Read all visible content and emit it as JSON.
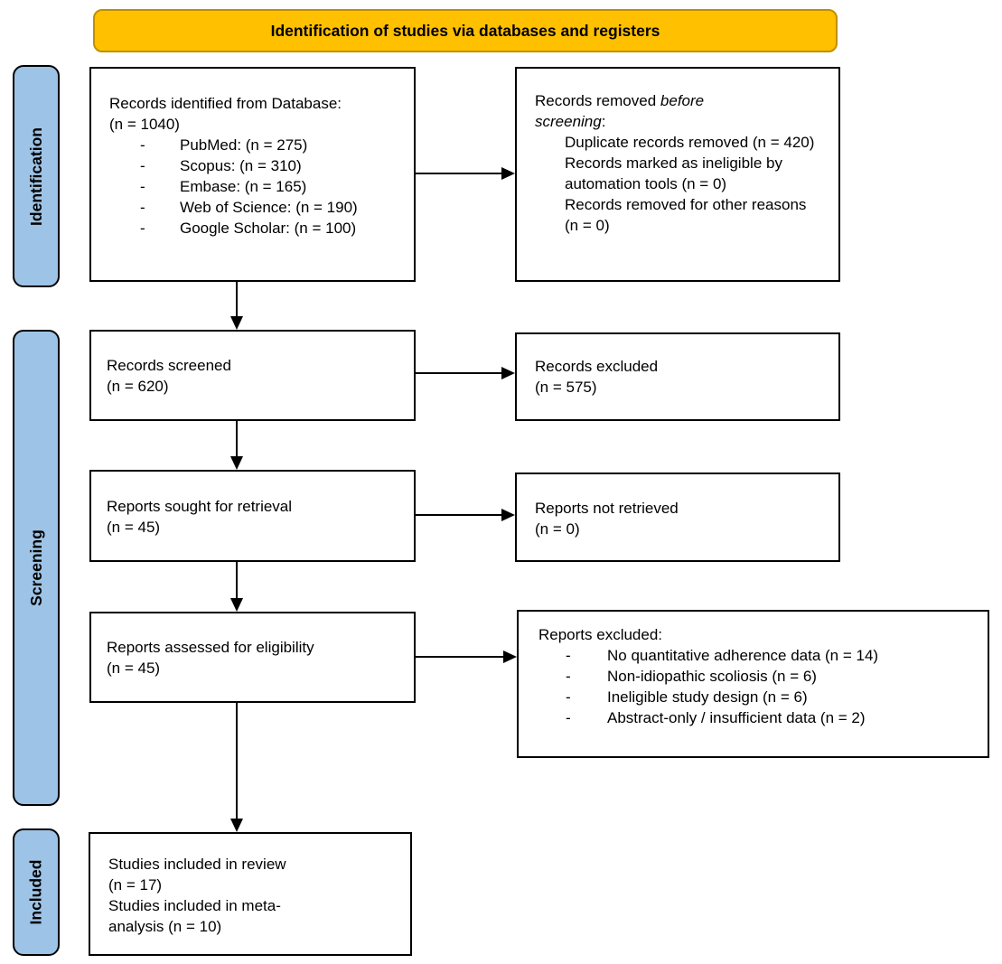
{
  "banner": {
    "title": "Identification of studies via databases and registers"
  },
  "stages": {
    "identification": "Identification",
    "screening": "Screening",
    "included": "Included"
  },
  "boxes": {
    "identified": {
      "lines": [
        "Records identified from Database:",
        "(n = 1040)"
      ],
      "items": [
        "PubMed: (n = 275)",
        "Scopus: (n = 310)",
        "Embase: (n = 165)",
        "Web of Science: (n = 190)",
        "Google Scholar: (n = 100)"
      ]
    },
    "removed": {
      "lead": "Records removed",
      "italic_line1": "before",
      "italic_line2": "screening",
      "suffix": ":",
      "items": [
        "Duplicate records removed (n = 420)",
        "Records marked as ineligible by automation tools (n = 0)",
        "Records removed for other reasons (n = 0)"
      ]
    },
    "screened": {
      "lines": [
        "Records screened",
        "(n = 620)"
      ]
    },
    "records_excluded": {
      "lines": [
        "Records excluded",
        "(n = 575)"
      ]
    },
    "sought": {
      "lines": [
        "Reports sought for retrieval",
        "(n = 45)"
      ]
    },
    "not_retrieved": {
      "lines": [
        "Reports not retrieved",
        "(n = 0)"
      ]
    },
    "assessed": {
      "lines": [
        "Reports assessed for eligibility",
        "(n = 45)"
      ]
    },
    "reports_excluded": {
      "heading": "Reports excluded:",
      "items": [
        "No quantitative adherence data (n = 14)",
        "Non-idiopathic scoliosis (n = 6)",
        "Ineligible study design (n = 6)",
        "Abstract-only / insufficient data (n = 2)"
      ]
    },
    "included": {
      "lines": [
        "Studies included in review",
        "(n = 17)",
        "Studies included in meta-",
        "analysis (n = 10)"
      ]
    }
  },
  "colors": {
    "banner_fill": "#FFC000",
    "banner_border": "#BF9000",
    "stage_fill": "#9DC3E6",
    "box_border": "#000000",
    "text": "#000000"
  }
}
